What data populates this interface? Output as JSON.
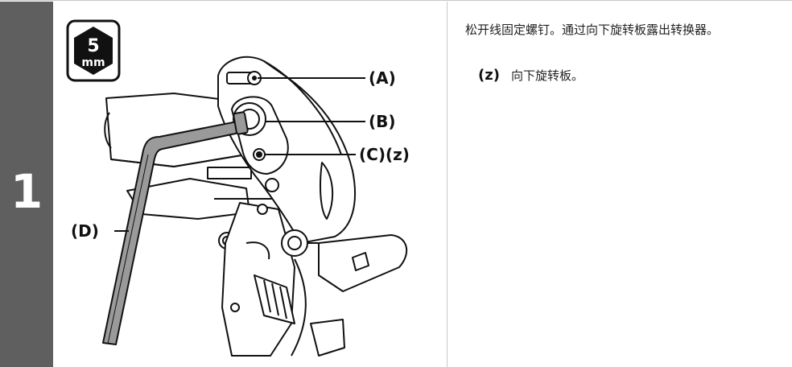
{
  "step": {
    "number": "1"
  },
  "tool_badge": {
    "size": "5",
    "unit": "mm"
  },
  "callouts": {
    "a": "(A)",
    "b": "(B)",
    "cz": "(C)(z)",
    "d": "(D)"
  },
  "text": {
    "instruction": "松开线固定螺钉。通过向下旋转板露出转换器。",
    "sub_key": "(z)",
    "sub_text": "向下旋转板。"
  },
  "colors": {
    "step_bar": "#5f5f5f",
    "hex_key": "#9a9a9a",
    "outline": "#111111"
  },
  "icons": [
    "hex-wrench-size-badge-icon",
    "derailleur-illustration",
    "hex-key-tool-icon"
  ]
}
